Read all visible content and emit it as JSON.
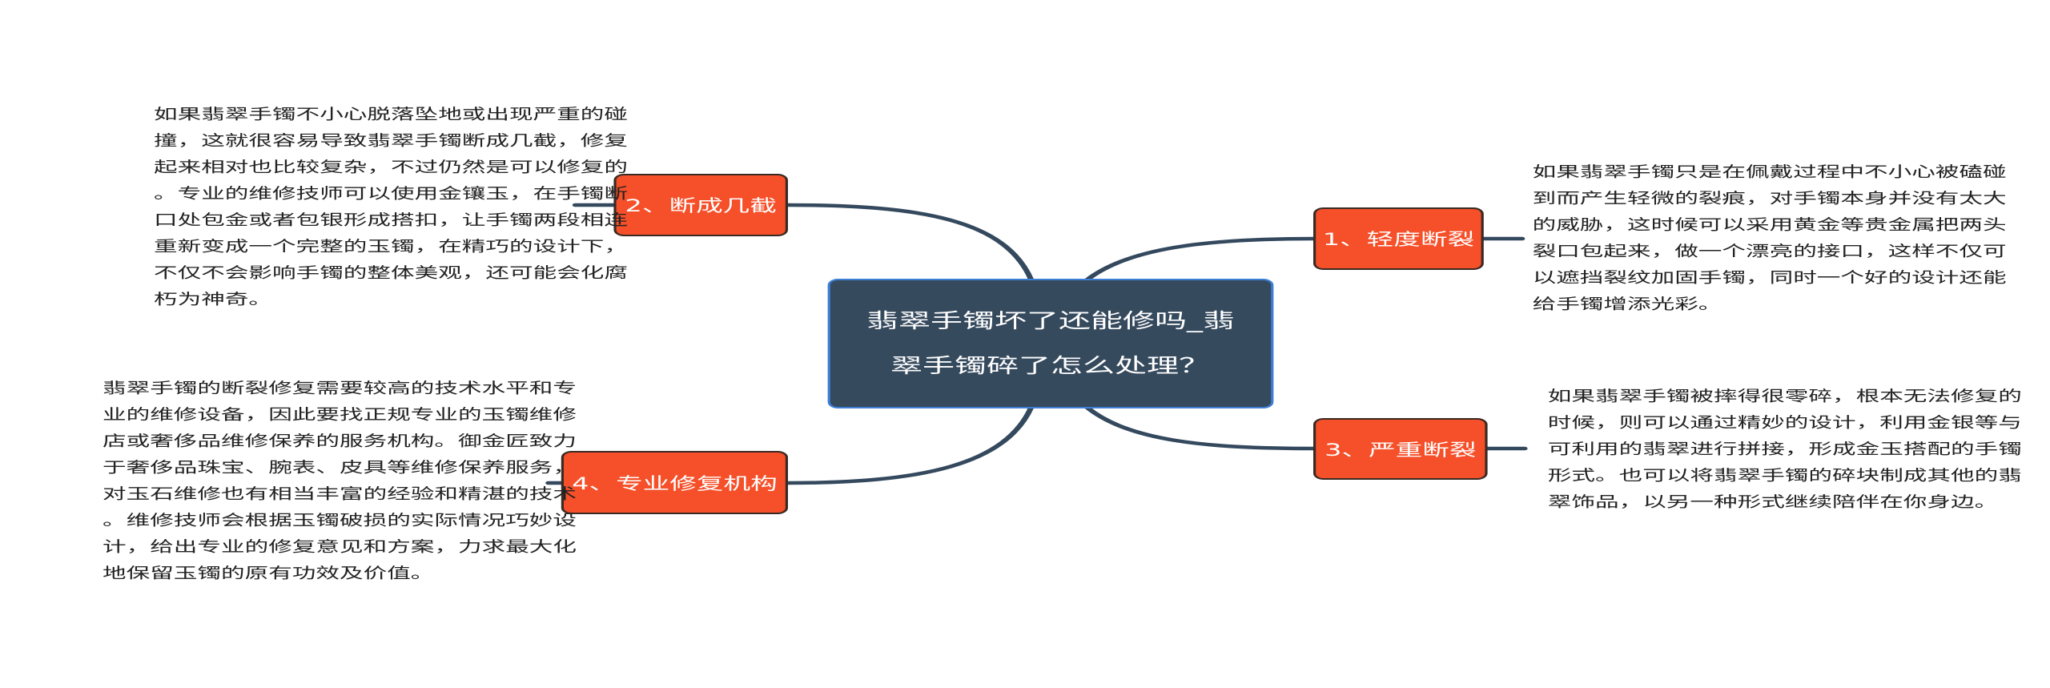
{
  "center": {
    "title_lines": [
      "翡翠手镯坏了还能修吗_翡",
      "翠手镯碎了怎么处理？"
    ]
  },
  "colors": {
    "center_bg": "#364a5e",
    "center_border": "#3d7fd6",
    "node_bg": "#f5502a",
    "link": "#34495e"
  },
  "branches": [
    {
      "label": "1、轻度断裂",
      "text_lines": [
        "如果翡翠手镯只是在佩戴过程中不小心被磕碰",
        "到而产生轻微的裂痕，对手镯本身并没有太大",
        "的威胁，这时候可以采用黄金等贵金属把两头",
        "裂口包起来，做一个漂亮的接口，这样不仅可",
        "以遮挡裂纹加固手镯，同时一个好的设计还能",
        "给手镯增添光彩。"
      ]
    },
    {
      "label": "2、断成几截",
      "text_lines": [
        "如果翡翠手镯不小心脱落坠地或出现严重的碰",
        "撞，这就很容易导致翡翠手镯断成几截，修复",
        "起来相对也比较复杂，不过仍然是可以修复的",
        "。专业的维修技师可以使用金镶玉，在手镯断",
        "口处包金或者包银形成搭扣，让手镯两段相连",
        "重新变成一个完整的玉镯，在精巧的设计下，",
        "不仅不会影响手镯的整体美观，还可能会化腐",
        "朽为神奇。"
      ]
    },
    {
      "label": "3、严重断裂",
      "text_lines": [
        "如果翡翠手镯被摔得很零碎，根本无法修复的",
        "时候，则可以通过精妙的设计，利用金银等与",
        "可利用的翡翠进行拼接，形成金玉搭配的手镯",
        "形式。也可以将翡翠手镯的碎块制成其他的翡",
        "翠饰品，以另一种形式继续陪伴在你身边。"
      ]
    },
    {
      "label": "4、专业修复机构",
      "text_lines": [
        "翡翠手镯的断裂修复需要较高的技术水平和专",
        "业的维修设备，因此要找正规专业的玉镯维修",
        "店或奢侈品维修保养的服务机构。御金匠致力",
        "于奢侈品珠宝、腕表、皮具等维修保养服务，",
        "对玉石维修也有相当丰富的经验和精湛的技术",
        "。维修技师会根据玉镯破损的实际情况巧妙设",
        "计，给出专业的修复意见和方案，力求最大化",
        "地保留玉镯的原有功效及价值。"
      ]
    }
  ]
}
